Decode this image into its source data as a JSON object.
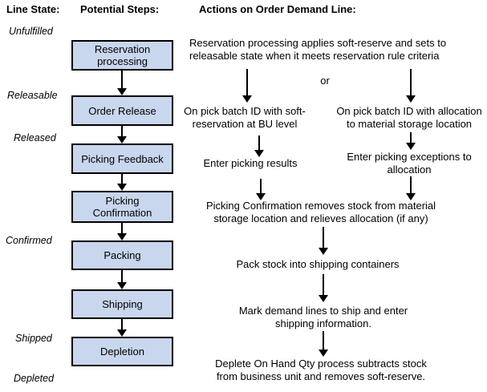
{
  "headers": {
    "line_state": "Line State:",
    "potential_steps": "Potential Steps:",
    "actions": "Actions on Order Demand Line:"
  },
  "line_states": {
    "unfulfilled": "Unfulfilled",
    "releasable": "Releasable",
    "released": "Released",
    "confirmed": "Confirmed",
    "shipped": "Shipped",
    "depleted": "Depleted"
  },
  "steps": {
    "reservation_processing": {
      "line1": "Reservation",
      "line2": "processing"
    },
    "order_release": {
      "line1": "Order Release"
    },
    "picking_feedback": {
      "line1": "Picking Feedback"
    },
    "picking_confirmation": {
      "line1": "Picking",
      "line2": "Confirmation"
    },
    "packing": {
      "line1": "Packing"
    },
    "shipping": {
      "line1": "Shipping"
    },
    "depletion": {
      "line1": "Depletion"
    }
  },
  "actions": {
    "reservation_note": {
      "line1": "Reservation processing applies soft-reserve and sets to",
      "line2": "releasable state when it meets reservation rule criteria"
    },
    "or_label": "or",
    "left_branch": {
      "trigger": {
        "line1": "On pick batch ID with soft-",
        "line2": "reservation at BU level"
      },
      "action": {
        "line1": "Enter picking results"
      }
    },
    "right_branch": {
      "trigger": {
        "line1": "On pick batch ID with allocation",
        "line2": "to material storage location"
      },
      "action": {
        "line1": "Enter picking exceptions to",
        "line2": "allocation"
      }
    },
    "confirmation_note": {
      "line1": "Picking Confirmation removes stock from material",
      "line2": "storage location and relieves allocation (if any)"
    },
    "packing_note": {
      "line1": "Pack stock into shipping containers"
    },
    "shipping_note": {
      "line1": "Mark demand lines to ship and enter",
      "line2": "shipping information."
    },
    "depletion_note": {
      "line1": "Deplete On Hand Qty process subtracts stock",
      "line2": "from business unit and removes soft-reserve."
    }
  },
  "colors": {
    "box_fill": "#C8D6EE",
    "box_border": "#000000",
    "arrow": "#000000",
    "text": "#000000"
  }
}
